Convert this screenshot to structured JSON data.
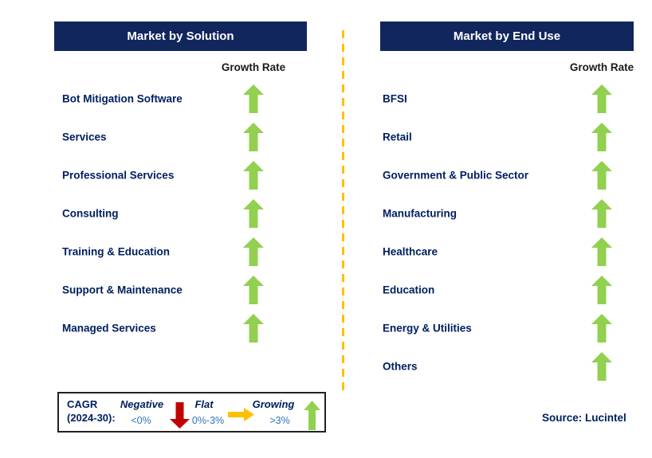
{
  "left_panel": {
    "title": "Market by Solution",
    "growth_rate_label": "Growth Rate",
    "items": [
      {
        "label": "Bot Mitigation Software",
        "growth": "growing"
      },
      {
        "label": "Services",
        "growth": "growing"
      },
      {
        "label": "Professional Services",
        "growth": "growing"
      },
      {
        "label": "Consulting",
        "growth": "growing"
      },
      {
        "label": "Training & Education",
        "growth": "growing"
      },
      {
        "label": "Support & Maintenance",
        "growth": "growing"
      },
      {
        "label": "Managed Services",
        "growth": "growing"
      }
    ]
  },
  "right_panel": {
    "title": "Market by End Use",
    "growth_rate_label": "Growth Rate",
    "items": [
      {
        "label": "BFSI",
        "growth": "growing"
      },
      {
        "label": "Retail",
        "growth": "growing"
      },
      {
        "label": "Government & Public Sector",
        "growth": "growing"
      },
      {
        "label": "Manufacturing",
        "growth": "growing"
      },
      {
        "label": "Healthcare",
        "growth": "growing"
      },
      {
        "label": "Education",
        "growth": "growing"
      },
      {
        "label": "Energy & Utilities",
        "growth": "growing"
      },
      {
        "label": "Others",
        "growth": "growing"
      }
    ]
  },
  "legend": {
    "title_line1": "CAGR",
    "title_line2": "(2024-30):",
    "entries": [
      {
        "label": "Negative",
        "range": "<0%",
        "direction": "down",
        "color": "#C00000"
      },
      {
        "label": "Flat",
        "range": "0%-3%",
        "direction": "right",
        "color": "#FFC000"
      },
      {
        "label": "Growing",
        "range": ">3%",
        "direction": "up",
        "color": "#92D050"
      }
    ]
  },
  "source": "Source: Lucintel",
  "colors": {
    "header_bg": "#12265E",
    "item_text": "#002060",
    "arrow_green": "#92D050",
    "arrow_red": "#C00000",
    "arrow_yellow": "#FFC000",
    "divider": "#FFC000",
    "legend_value_text": "#2E74B5"
  }
}
